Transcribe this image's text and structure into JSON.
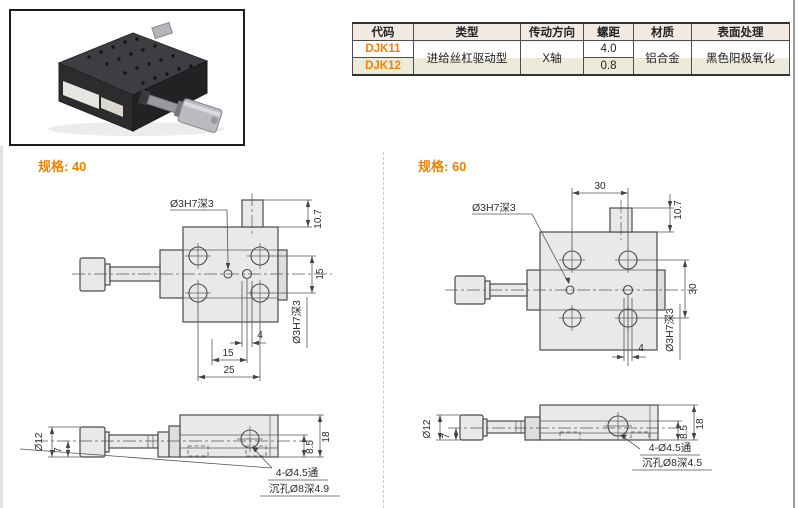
{
  "colors": {
    "accent": "#f08300"
  },
  "spec_table": {
    "headers": [
      "代码",
      "类型",
      "传动方向",
      "螺距",
      "材质",
      "表面处理"
    ],
    "rows": [
      {
        "code": "DJK11",
        "pitch": "4.0"
      },
      {
        "code": "DJK12",
        "pitch": "0.8"
      }
    ],
    "type": "进给丝杠驱动型",
    "direction": "X轴",
    "material": "铝合金",
    "surface": "黑色阳极氧化"
  },
  "sections": {
    "s40": {
      "label": "规格: 40",
      "top": {
        "hole_label": "Ø3H7深3",
        "dim_block_h": "10.7",
        "dim_hole_span": "15",
        "rot_hole_label": "Ø3H7深3",
        "dim_offset": "4",
        "dim_15": "15",
        "dim_25": "25"
      },
      "side": {
        "dim_dia": "Ø12",
        "dim_7": "7",
        "dim_85": "8.5",
        "dim_18": "18",
        "note_line1": "4-Ø4.5通",
        "note_line2": "沉孔Ø8深4.9"
      }
    },
    "s60": {
      "label": "规格: 60",
      "top": {
        "hole_label": "Ø3H7深3",
        "dim_top_span": "30",
        "dim_block_h": "10.7",
        "dim_hole_span": "30",
        "rot_hole_label": "Ø3H7深3",
        "dim_offset": "4"
      },
      "side": {
        "dim_dia": "Ø12",
        "dim_7": "7",
        "dim_85": "8.5",
        "dim_18": "18",
        "note_line1": "4-Ø4.5通",
        "note_line2": "沉孔Ø8深4.5"
      }
    }
  }
}
